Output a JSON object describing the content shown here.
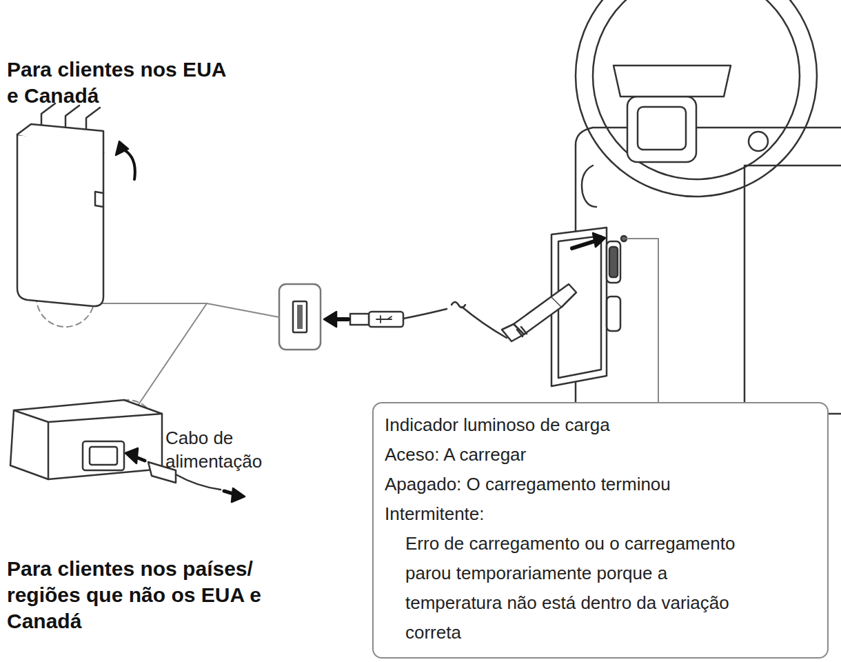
{
  "diagram": {
    "nodes": [
      {
        "text": [
          "Indicador luminoso de carga",
          "Aceso: A carregar",
          "Apagado: O carregamento terminou",
          "Intermitente:",
          "Erro de carregamento ou o carregamento parou temporariamente porque a temperatura não está dentro da variação correta"
        ]
      }
    ],
    "labels": [
      "Para clientes nos EUA e Canadá",
      "Cabo de alimentação",
      "Para clientes nos países/ regiões que não os EUA e Canadá"
    ]
  }
}
